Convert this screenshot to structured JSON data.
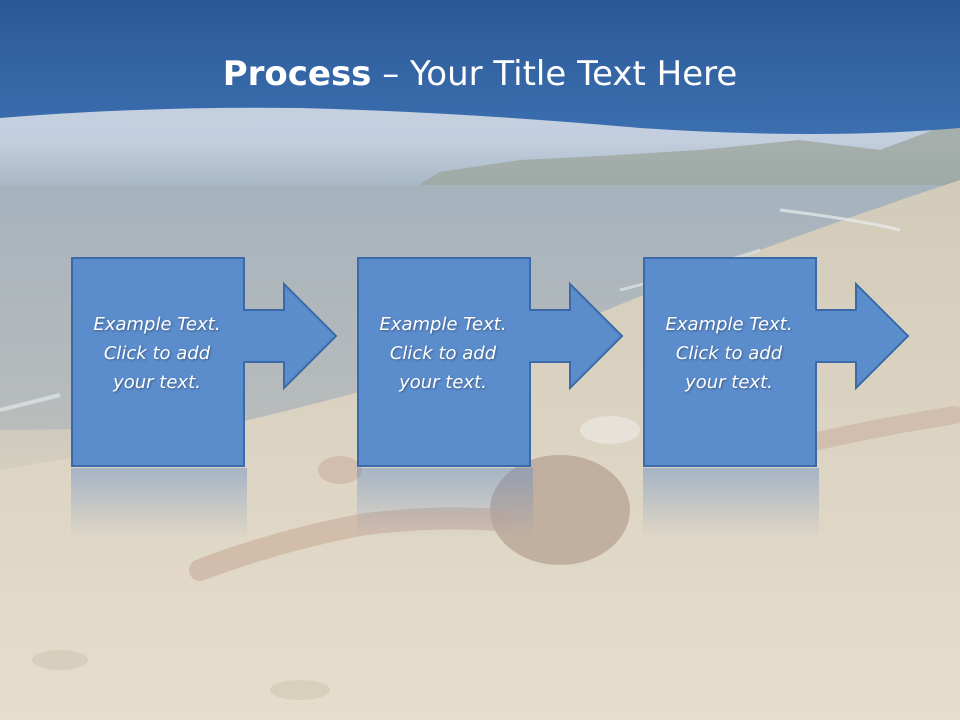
{
  "slide": {
    "title_bold": "Process",
    "title_rest": " – Your Title Text Here"
  },
  "steps": [
    {
      "text": "Example Text.\nClick  to add\nyour text."
    },
    {
      "text": "Example Text.\nClick  to add\nyour text."
    },
    {
      "text": "Example Text.\nClick  to add\nyour text."
    }
  ],
  "colors": {
    "header": "#3566a8",
    "box_fill": "#5b8ccc",
    "box_stroke": "#3a6aa8"
  }
}
